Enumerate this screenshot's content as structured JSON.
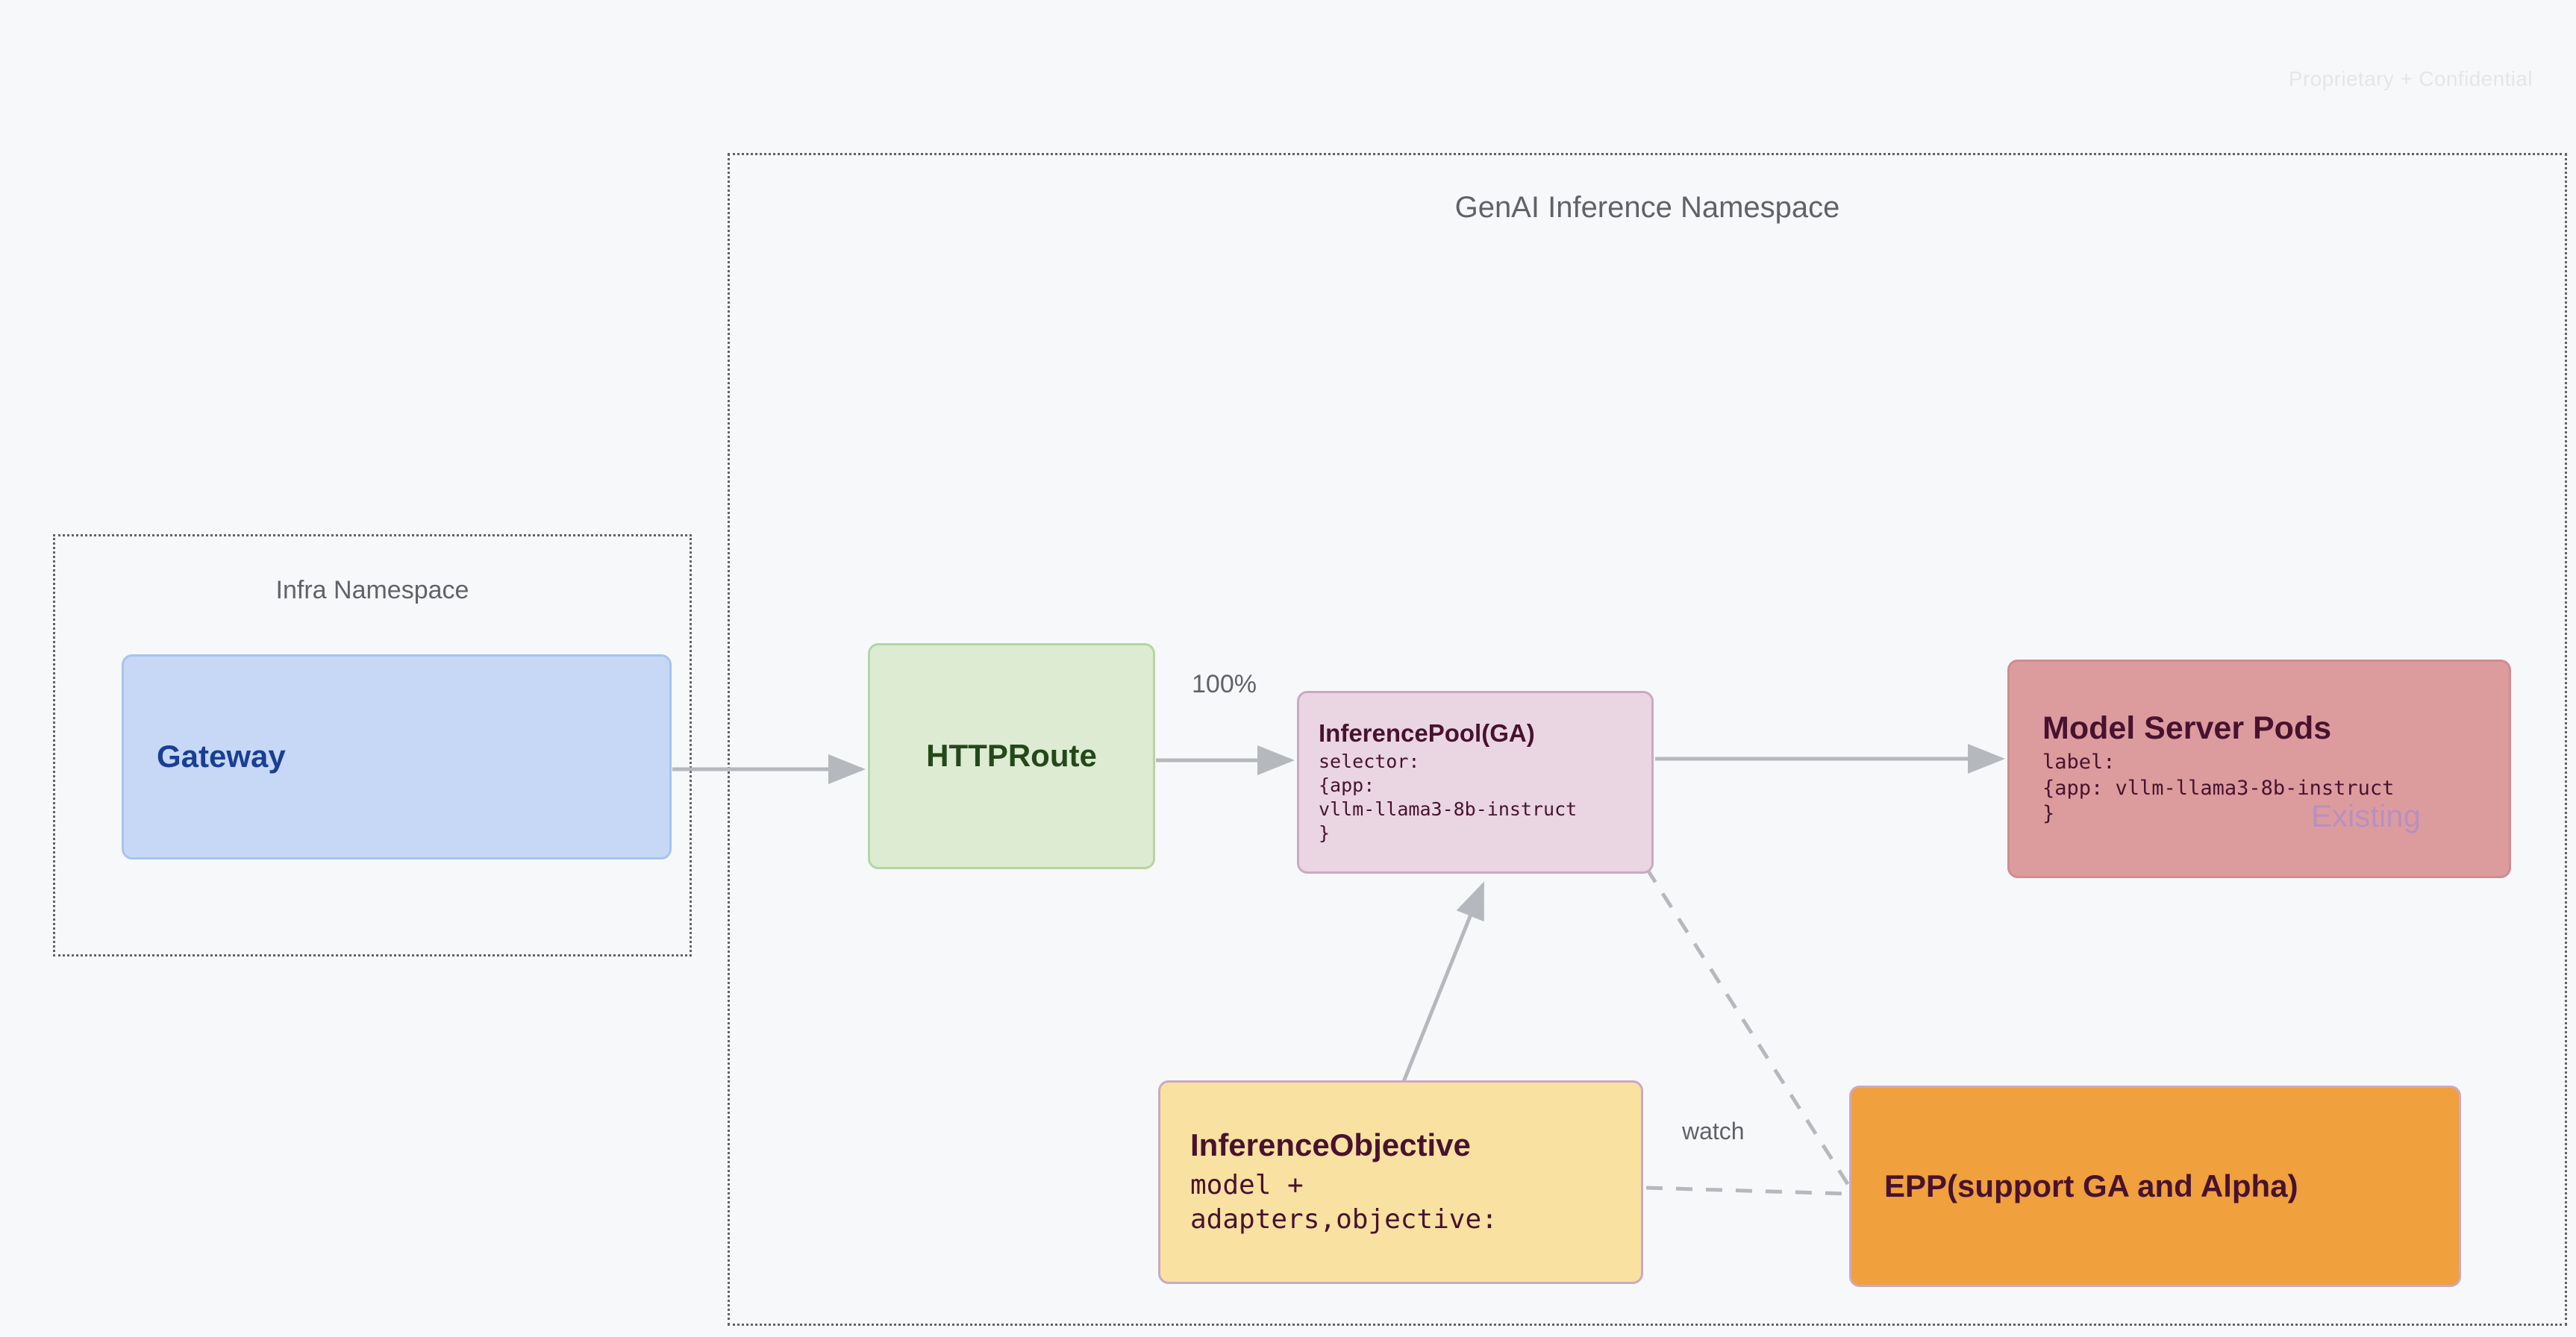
{
  "page": {
    "watermark": "Proprietary + Confidential",
    "background_color": "#F7F8FA"
  },
  "namespaces": [
    {
      "id": "genai",
      "title": "GenAI Inference Namespace",
      "border_style": "dotted",
      "border_color": "#5F6368"
    },
    {
      "id": "infra",
      "title": "Infra Namespace",
      "border_style": "dotted",
      "border_color": "#5F6368"
    }
  ],
  "nodes": {
    "gateway": {
      "title": "Gateway",
      "fill": "#C6D8F5",
      "border": "#A8C3EE",
      "text_color": "#1A3E94"
    },
    "httproute": {
      "title": "HTTPRoute",
      "fill": "#DCEBD2",
      "border": "#B5D5A4",
      "text_color": "#24481A"
    },
    "inferencepool": {
      "title": "InferencePool(GA)",
      "body": "selector:\n{app:\nvllm-llama3-8b-instruct\n}",
      "fill": "#E9D6E2",
      "border": "#CBA9C2",
      "text_color": "#48122F"
    },
    "modelserverpods": {
      "title": "Model Server Pods",
      "body": "label:\n{app: vllm-llama3-8b-instruct\n}",
      "watermark": "Existing",
      "fill": "#DC9C9E",
      "border": "#D18C90",
      "text_color": "#48122F",
      "watermark_color": "#B890C0"
    },
    "inferenceobjective": {
      "title": "InferenceObjective",
      "body": "model +\nadapters,objective:",
      "fill": "#F9E1A2",
      "border": "#CBA9C2",
      "text_color": "#48122F"
    },
    "epp": {
      "title": "EPP(support GA and Alpha)",
      "fill": "#F0A03C",
      "border": "#CBA9C2",
      "text_color": "#48122F"
    }
  },
  "edges": [
    {
      "id": "gateway-to-httproute",
      "from": "gateway",
      "to": "httproute",
      "label": "",
      "style": "solid",
      "arrow": true
    },
    {
      "id": "httproute-to-inferencepool",
      "from": "httproute",
      "to": "inferencepool",
      "label": "100%",
      "style": "solid",
      "arrow": true
    },
    {
      "id": "inferencepool-to-modelserverpods",
      "from": "inferencepool",
      "to": "modelserverpods",
      "label": "",
      "style": "solid",
      "arrow": true
    },
    {
      "id": "inferenceobjective-to-inferencepool",
      "from": "inferenceobjective",
      "to": "inferencepool",
      "label": "",
      "style": "solid",
      "arrow": true
    },
    {
      "id": "inferencepool-to-epp",
      "from": "inferencepool",
      "to": "epp",
      "label": "",
      "style": "dashed",
      "arrow": false
    },
    {
      "id": "inferenceobjective-to-epp",
      "from": "inferenceobjective",
      "to": "epp",
      "label": "watch",
      "style": "dashed",
      "arrow": false
    }
  ],
  "edge_color": "#B5B8BC"
}
